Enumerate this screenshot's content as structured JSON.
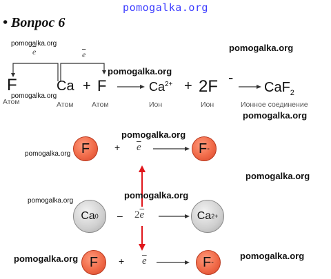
{
  "watermark_site": "pomogalka.org",
  "heading": "• Вопрос 6",
  "equation": {
    "f_atom": "F",
    "ca_atom": "Ca",
    "plus": "+",
    "f_atom2": "F",
    "ca_ion": "Ca",
    "ca_ion_charge": "2+",
    "plus2": "+",
    "two_f": "2F",
    "f_ion_charge": "-",
    "caf2_ca": "CaF",
    "caf2_sub": "2",
    "electron_label": "e",
    "captions": [
      "Атом",
      "Атом",
      "Атом",
      "Ион",
      "Ион",
      "Ионное соединение"
    ]
  },
  "scheme": {
    "row1": {
      "left_ball": "F",
      "plus": "+",
      "electron": "e",
      "right_ball": "F",
      "right_charge": "-"
    },
    "row2": {
      "left_ball": "Ca",
      "left_charge": "0",
      "minus": "–",
      "electrons": "2",
      "electron": "e",
      "right_ball": "Ca",
      "right_charge": "2+"
    },
    "row3": {
      "left_ball": "F",
      "plus": "+",
      "electron": "e",
      "right_ball": "F",
      "right_charge": "-"
    }
  },
  "colors": {
    "fluorine_ball": "#f06a48",
    "calcium_ball": "#cfcfcf",
    "arrow_red": "#e0161b",
    "watermark_top": "#3a3aff"
  }
}
